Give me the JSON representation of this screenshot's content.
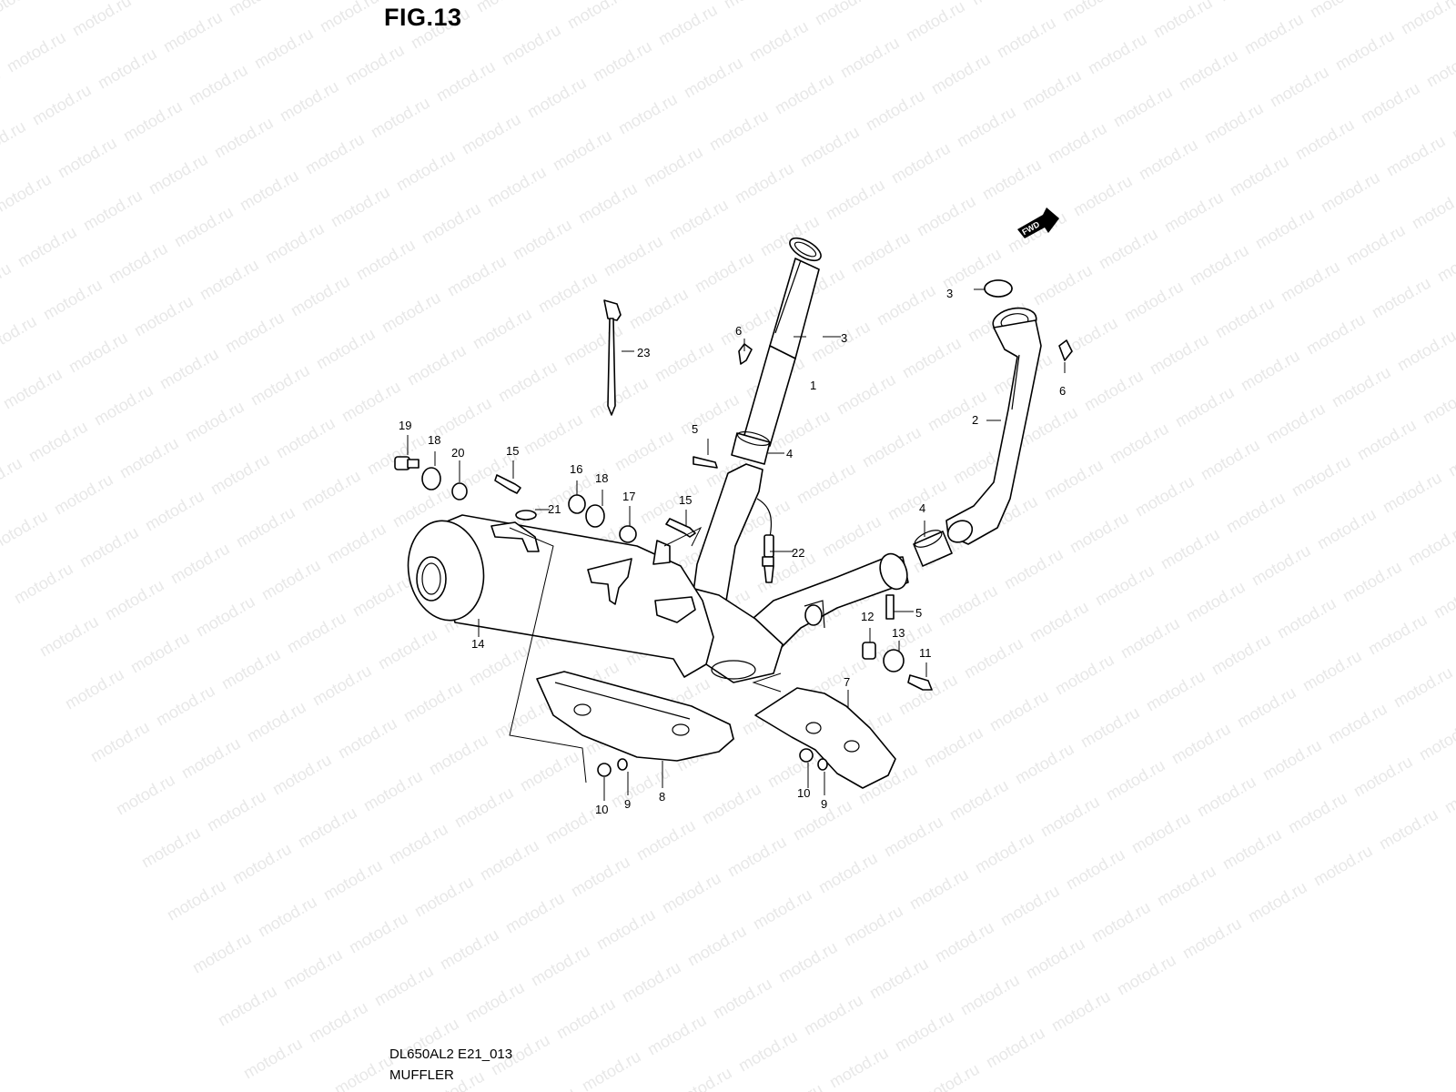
{
  "figure_label": "FIG.13",
  "watermark_text": "motod.ru",
  "direction_badge": "FWD",
  "drawing_code": "DL650AL2 E21_013",
  "drawing_title": "MUFFLER",
  "callouts": [
    "1",
    "2",
    "3",
    "3",
    "4",
    "4",
    "5",
    "5",
    "6",
    "6",
    "7",
    "8",
    "9",
    "9",
    "10",
    "10",
    "11",
    "12",
    "13",
    "14",
    "15",
    "15",
    "16",
    "17",
    "18",
    "18",
    "19",
    "20",
    "21",
    "22",
    "23"
  ]
}
